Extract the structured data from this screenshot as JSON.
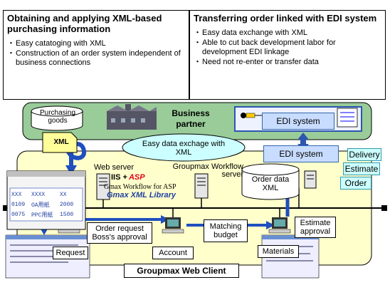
{
  "left_panel": {
    "title": "Obtaining and applying XML-based purchasing information",
    "bullets": [
      "Easy catatoging with XML",
      "Construction of an order system independent of business connections"
    ]
  },
  "right_panel": {
    "title": "Transferring order linked with EDI system",
    "bullets": [
      "Easy data exchange with XML",
      "Able to cut back development labor for development EDI linkage",
      "Need not re-enter or transfer data"
    ]
  },
  "diagram": {
    "business_partner": "Business partner",
    "purchasing_goods": "Purchasing goods",
    "xml_tag": "XML",
    "edi_top": "EDI system",
    "edi_bottom": "EDI system",
    "easy_exchange": "Easy data exchage with XML",
    "web_server": "Web server",
    "workflow_server": "Groupmax Workflow server",
    "iis_asp": "IIS + ASP",
    "iis_prefix": "IIS +",
    "asp_text": "ASP",
    "gmax_asp": "Gmax Workflow  for ASP",
    "gmax_lib": "Gmax XML Library",
    "order_data": "Order data XML",
    "delivery": "Delivery",
    "estimate": "Estimate",
    "order": "Order",
    "table_rows": [
      [
        "XXX",
        "XXXX",
        "XX"
      ],
      [
        "0109",
        "OA用紙",
        "2000"
      ],
      [
        "0075",
        "PPC用紙",
        "1500"
      ]
    ],
    "order_request": "Order request Boss's approval",
    "matching_budget": "Matching budget",
    "estimate_approval": "Estimate approval",
    "request": "Request",
    "account": "Account",
    "materials": "Materials",
    "web_client": "Groupmax Web Client",
    "colors": {
      "yellow": "#ffffcc",
      "green": "#99cc99",
      "blue_arrow": "#1f4fbf",
      "cyan": "#ccffff"
    }
  }
}
